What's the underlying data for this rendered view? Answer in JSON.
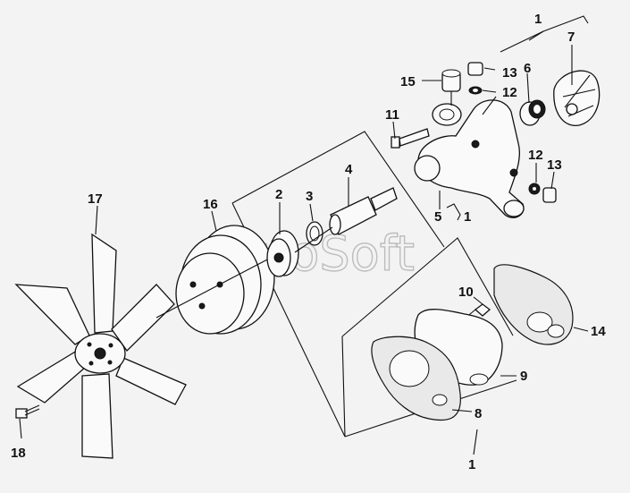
{
  "watermark": "AutoSoft",
  "callouts": {
    "c1_top": "1",
    "c7": "7",
    "c13_top": "13",
    "c6": "6",
    "c15": "15",
    "c12_top": "12",
    "c11": "11",
    "c12_mid": "12",
    "c13_mid": "13",
    "c4": "4",
    "c3": "3",
    "c2": "2",
    "c16": "16",
    "c17": "17",
    "c5": "5",
    "c1_mid": "1",
    "c10": "10",
    "c14": "14",
    "c9": "9",
    "c8": "8",
    "c1_bottom": "1",
    "c18": "18"
  }
}
